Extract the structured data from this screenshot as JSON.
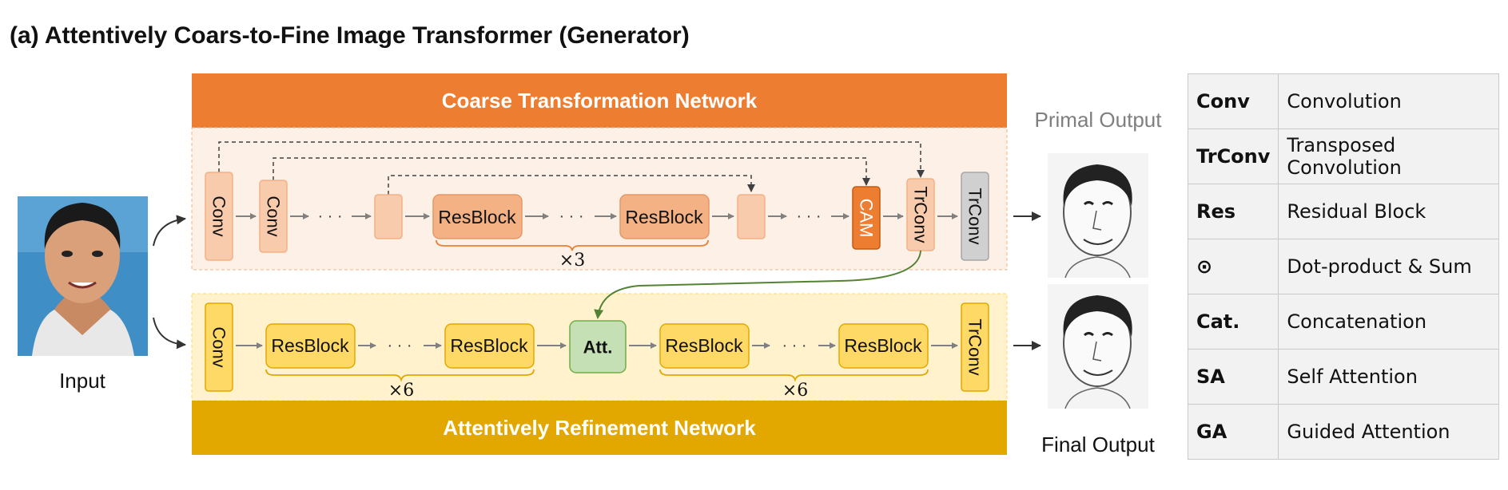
{
  "title": "(a) Attentively Coars-to-Fine Image Transformer (Generator)",
  "input_label": "Input",
  "coarse_network": {
    "title": "Coarse Transformation Network",
    "blocks": {
      "conv": "Conv",
      "resblock": "ResBlock",
      "cam": "CAM",
      "trconv": "TrConv"
    },
    "ellipsis": "· · ·",
    "repeat": "×3"
  },
  "refinement_network": {
    "title": "Attentively Refinement Network",
    "blocks": {
      "conv": "Conv",
      "resblock": "ResBlock",
      "att": "Att.",
      "trconv": "TrConv"
    },
    "ellipsis": "· · ·",
    "repeat_left": "×6",
    "repeat_right": "×6"
  },
  "outputs": {
    "primal": "Primal Output",
    "final": "Final Output"
  },
  "legend": [
    {
      "abbr": "Conv",
      "desc": "Convolution"
    },
    {
      "abbr": "TrConv",
      "desc": "Transposed Convolution"
    },
    {
      "abbr": "Res",
      "desc": "Residual Block"
    },
    {
      "abbr": "⊙",
      "desc": "Dot-product & Sum"
    },
    {
      "abbr": "Cat.",
      "desc": "Concatenation"
    },
    {
      "abbr": "SA",
      "desc": "Self Attention"
    },
    {
      "abbr": "GA",
      "desc": "Guided Attention"
    }
  ],
  "colors": {
    "coarse_header": "#ed7d31",
    "coarse_bg": "#fdf0e6",
    "coarse_block": "#f8cbad",
    "coarse_res": "#f4b183",
    "cam": "#ed7d31",
    "refine_header": "#e3a800",
    "refine_bg": "#fff2cc",
    "refine_block": "#ffd966",
    "att": "#c5e0b4",
    "skip_green": "#548235",
    "trconv_gray": "#d0d0d0"
  }
}
